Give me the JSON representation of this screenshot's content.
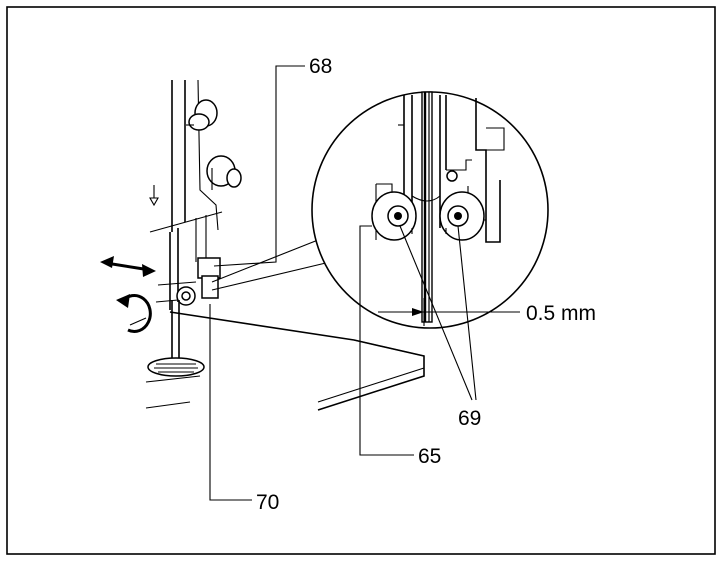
{
  "colors": {
    "ink": "#000000",
    "paper": "#ffffff"
  },
  "labels": {
    "part_68": "68",
    "part_65": "65",
    "part_69": "69",
    "part_70": "70",
    "gap_dimension": "0.5 mm"
  },
  "icons": {
    "down_arrow": "down-arrow-icon",
    "double_arrow": "double-arrow-icon",
    "rotate_arrow": "rotate-arrow-icon"
  }
}
